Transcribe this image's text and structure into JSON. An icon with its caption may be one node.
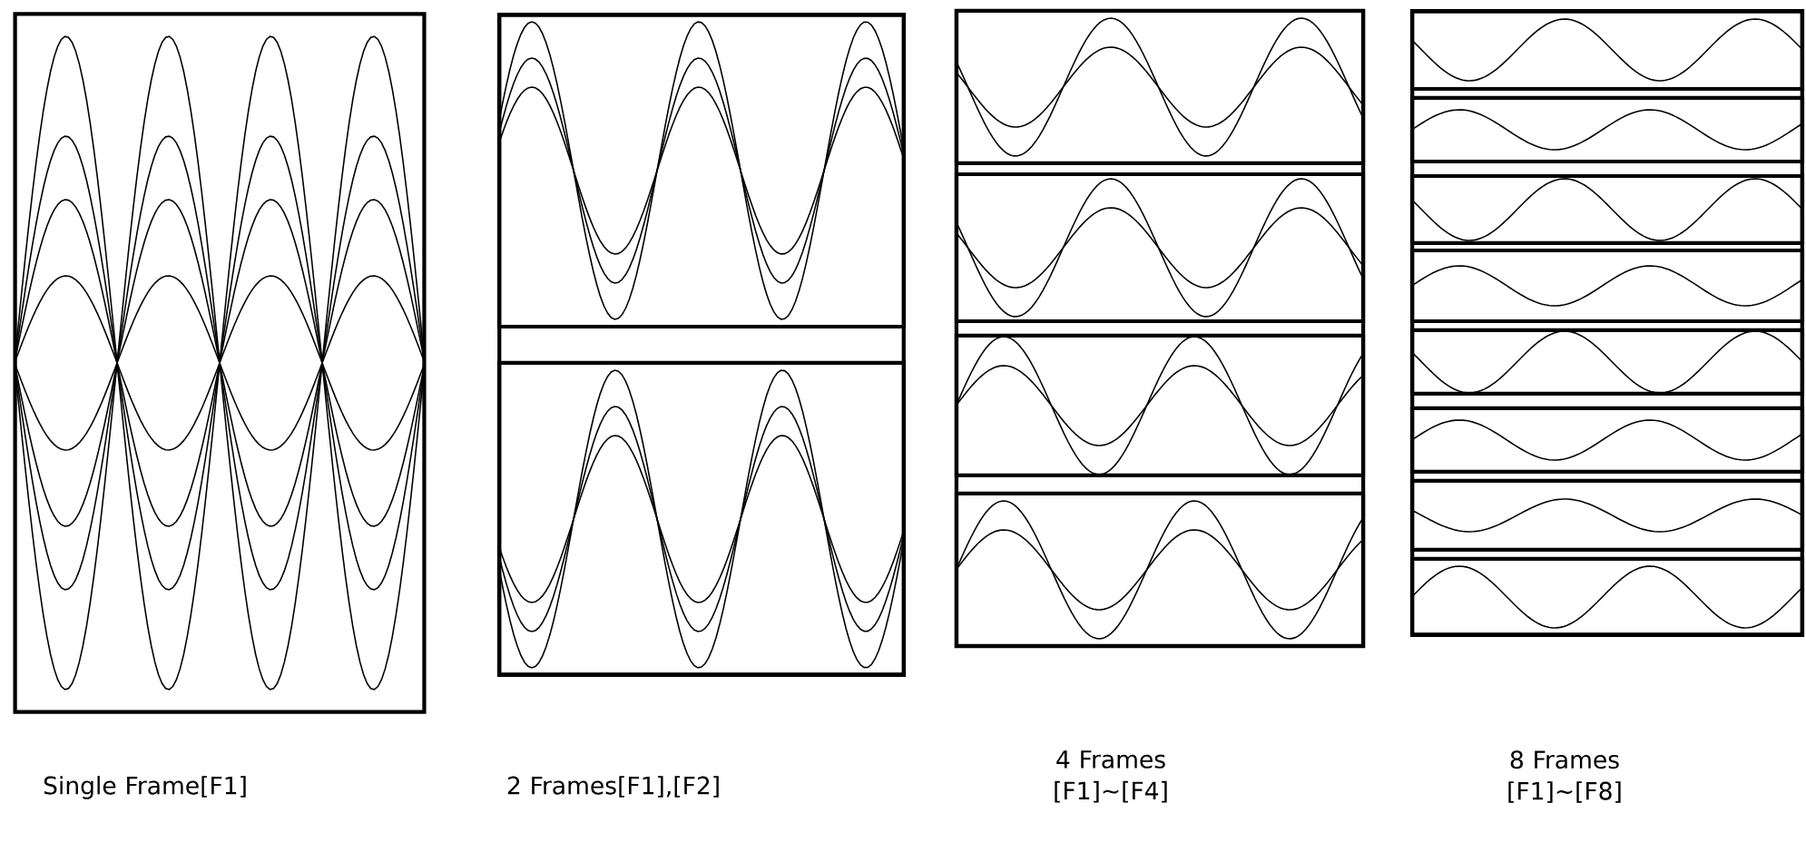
{
  "diagram": {
    "nodes": [
      {
        "text": [
          "Single Frame[F1]"
        ]
      },
      {
        "text": [
          "2 Frames[F1],[F2]"
        ]
      },
      {
        "text": [
          "4 Frames [F1]∼[F4]"
        ]
      },
      {
        "text": [
          "8 Frames [F1]∼[F8]"
        ]
      }
    ]
  }
}
